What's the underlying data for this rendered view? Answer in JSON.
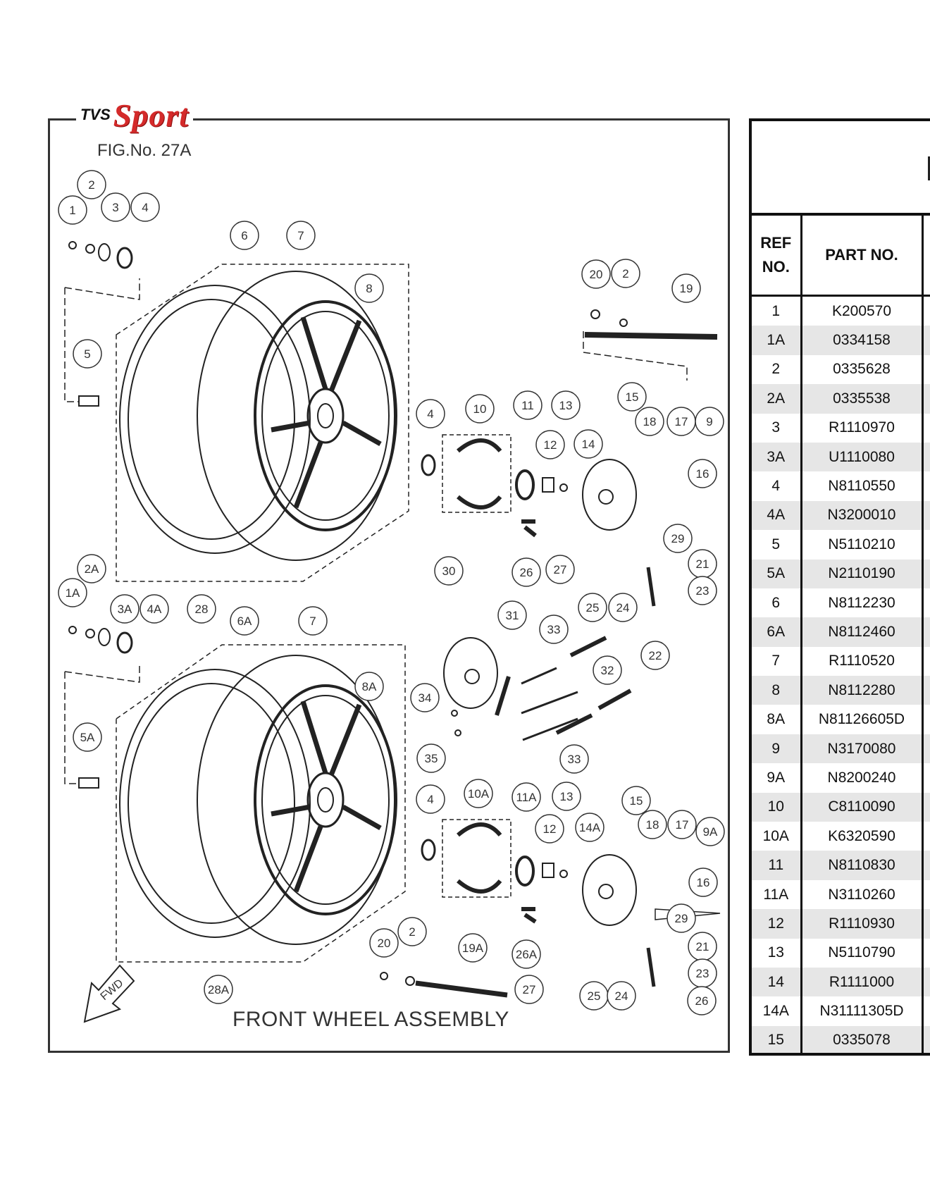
{
  "logo": {
    "brand_small": "TVS",
    "brand_large": "Sport"
  },
  "figure": {
    "number": "FIG.No. 27A",
    "caption": "FRONT WHEEL ASSEMBLY",
    "direction_label": "FWD"
  },
  "callouts": [
    "1",
    "2",
    "3",
    "4",
    "1A",
    "2A",
    "3A",
    "4A",
    "5",
    "5A",
    "6",
    "6A",
    "7",
    "7",
    "8",
    "8A",
    "4",
    "10",
    "11",
    "12",
    "13",
    "14",
    "15",
    "18",
    "17",
    "9",
    "16",
    "19",
    "20",
    "2",
    "26",
    "29",
    "27",
    "21",
    "25",
    "24",
    "23",
    "22",
    "30",
    "31",
    "33",
    "32",
    "34",
    "35",
    "33",
    "28",
    "28A",
    "4",
    "10A",
    "11A",
    "12",
    "13",
    "14A",
    "15",
    "18",
    "17",
    "9A",
    "16",
    "29",
    "19A",
    "20",
    "2",
    "26A",
    "27",
    "25",
    "24",
    "21",
    "23",
    "26"
  ],
  "parts_table": {
    "headers": {
      "ref": "REF NO.",
      "part": "PART NO."
    },
    "rows": [
      {
        "ref": "1",
        "part": "K200570"
      },
      {
        "ref": "1A",
        "part": "0334158"
      },
      {
        "ref": "2",
        "part": "0335628"
      },
      {
        "ref": "2A",
        "part": "0335538"
      },
      {
        "ref": "3",
        "part": "R1110970"
      },
      {
        "ref": "3A",
        "part": "U1110080"
      },
      {
        "ref": "4",
        "part": "N8110550"
      },
      {
        "ref": "4A",
        "part": "N3200010"
      },
      {
        "ref": "5",
        "part": "N5110210"
      },
      {
        "ref": "5A",
        "part": "N2110190"
      },
      {
        "ref": "6",
        "part": "N8112230"
      },
      {
        "ref": "6A",
        "part": "N8112460"
      },
      {
        "ref": "7",
        "part": "R1110520"
      },
      {
        "ref": "8",
        "part": "N8112280"
      },
      {
        "ref": "8A",
        "part": "N81126605D"
      },
      {
        "ref": "9",
        "part": "N3170080"
      },
      {
        "ref": "9A",
        "part": "N8200240"
      },
      {
        "ref": "10",
        "part": "C8110090"
      },
      {
        "ref": "10A",
        "part": "K6320590"
      },
      {
        "ref": "11",
        "part": "N8110830"
      },
      {
        "ref": "11A",
        "part": "N3110260"
      },
      {
        "ref": "12",
        "part": "R1110930"
      },
      {
        "ref": "13",
        "part": "N5110790"
      },
      {
        "ref": "14",
        "part": "R1111000"
      },
      {
        "ref": "14A",
        "part": "N31111305D"
      },
      {
        "ref": "15",
        "part": "0335078"
      }
    ]
  }
}
